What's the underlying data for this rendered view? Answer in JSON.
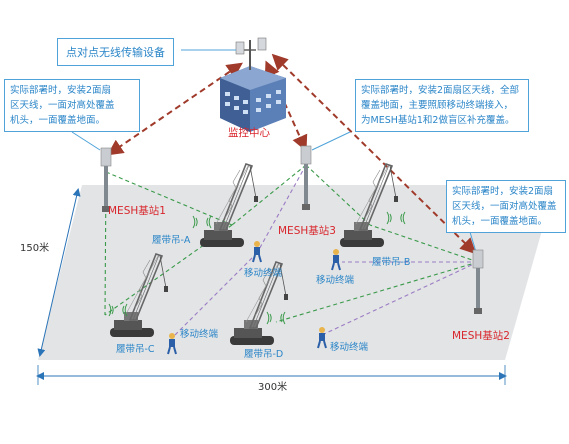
{
  "title": "点对点无线传输设备",
  "monitor_center": "监控中心",
  "notes": {
    "left": "实际部署时，安装2面扇\n区天线，一面对高处覆盖\n机头，一面覆盖地面。",
    "center": "实际部署时，安装2面扇区天线，全部\n覆盖地面，主要照顾移动终端接入，\n为MESH基站1和2做盲区补充覆盖。",
    "right": "实际部署时，安装2面扇\n区天线，一面对高处覆盖\n机头，一面覆盖地面。"
  },
  "stations": {
    "s1": "MESH基站1",
    "s2": "MESH基站2",
    "s3": "MESH基站3"
  },
  "cranes": {
    "a": "履带吊-A",
    "b": "履带吊-B",
    "c": "履带吊-C",
    "d": "履带吊-D"
  },
  "terminals": {
    "t1": "移动终端",
    "t2": "移动终端",
    "t3": "移动终端",
    "t4": "移动终端"
  },
  "dimensions": {
    "width": "300米",
    "depth": "150米"
  },
  "colors": {
    "note_border": "#4fa3d9",
    "note_text": "#2b86c8",
    "station_label": "#d8262c",
    "backhaul_link": "#a03a2a",
    "ground": "#e3e4e6"
  }
}
